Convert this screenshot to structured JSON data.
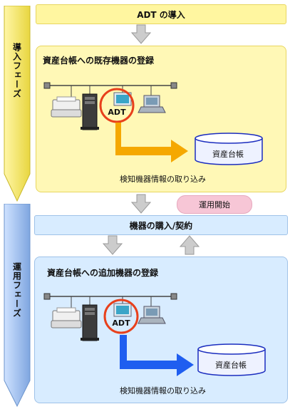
{
  "colors": {
    "intro_phase": "#f5e66a",
    "operation_phase": "#9dc0f0",
    "intro_panel": "#fff8b8",
    "operation_panel": "#d8ecff",
    "highlight_circle": "#e8401c",
    "flow_arrow_intro": "#f5a800",
    "flow_arrow_operation": "#1f5ef0",
    "pill": "#f7c6d6",
    "gray_arrow": "#c8c8c8"
  },
  "phases": {
    "intro_label": "導入フェーズ",
    "operation_label": "運用フェーズ"
  },
  "top_banner": {
    "label": "ADT の導入"
  },
  "intro_panel": {
    "title": "資産台帳への既存機器の登録",
    "adt_label": "ADT",
    "database_label": "資産台帳",
    "caption": "検知機器情報の取り込み"
  },
  "start_pill": {
    "label": "運用開始"
  },
  "middle_banner": {
    "label": "機器の購入/契約"
  },
  "operation_panel": {
    "title": "資産台帳への追加機器の登録",
    "adt_label": "ADT",
    "database_label": "資産台帳",
    "caption": "検知機器情報の取り込み"
  }
}
